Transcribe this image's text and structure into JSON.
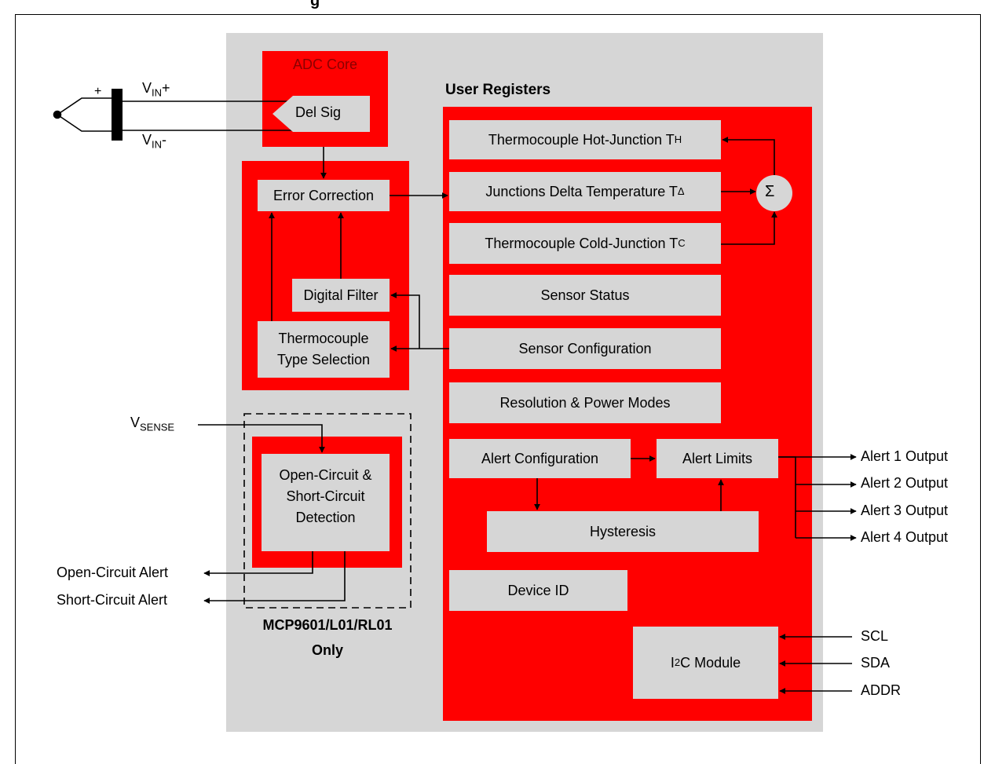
{
  "header": {
    "title_fragment": "g"
  },
  "adc": {
    "title": "ADC Core",
    "delsig": "Del Sig"
  },
  "inputs": {
    "vin_plus_main": "V",
    "vin_plus_sub": "IN",
    "vin_plus_suffix": "+",
    "vin_minus_main": "V",
    "vin_minus_sub": "IN",
    "vin_minus_suffix": "-",
    "plus_sign": "+"
  },
  "processing": {
    "error_correction": "Error Correction",
    "digital_filter": "Digital Filter",
    "tc_type_line1": "Thermocouple",
    "tc_type_line2": "Type Selection"
  },
  "registers": {
    "title": "User Registers",
    "hot_junction": "Thermocouple Hot-Junction T",
    "hot_junction_sub": "H",
    "delta_temp": "Junctions Delta Temperature T",
    "delta_temp_sub": "Δ",
    "cold_junction": "Thermocouple Cold-Junction T",
    "cold_junction_sub": "C",
    "sigma": "Σ",
    "sensor_status": "Sensor Status",
    "sensor_configuration": "Sensor Configuration",
    "resolution": "Resolution & Power Modes",
    "alert_configuration": "Alert Configuration",
    "alert_limits": "Alert Limits",
    "hysteresis": "Hysteresis",
    "device_id": "Device ID",
    "i2c_prefix": "I",
    "i2c_sup": "2",
    "i2c_suffix": "C Module"
  },
  "detection": {
    "vsense_main": "V",
    "vsense_sub": "SENSE",
    "line1": "Open-Circuit &",
    "line2": "Short-Circuit",
    "line3": "Detection",
    "open_alert": "Open-Circuit Alert",
    "short_alert": "Short-Circuit Alert",
    "only_line1": "MCP9601/L01/RL01",
    "only_line2": "Only"
  },
  "outputs": {
    "alerts": [
      "Alert 1 Output",
      "Alert 2 Output",
      "Alert 3 Output",
      "Alert 4 Output"
    ],
    "scl": "SCL",
    "sda": "SDA",
    "addr": "ADDR"
  }
}
